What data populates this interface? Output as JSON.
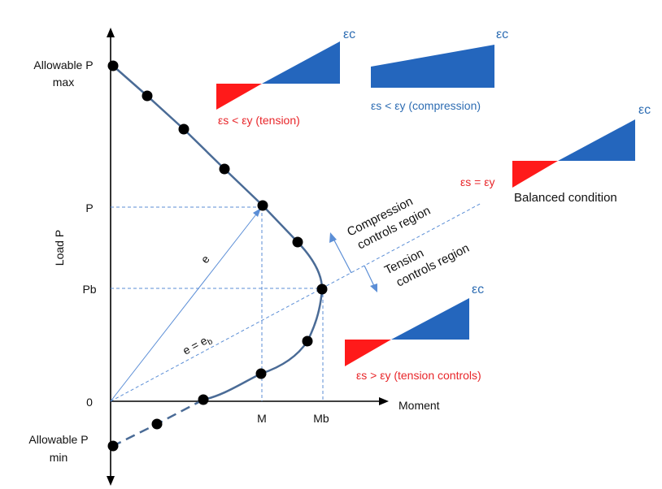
{
  "axes": {
    "y_title": "Load P",
    "x_title": "Moment",
    "origin": "0",
    "allow_max_1": "Allowable P",
    "allow_max_2": "max",
    "allow_min_1": "Allowable P",
    "allow_min_2": "min",
    "tick_p": "P",
    "tick_pb": "Pb",
    "tick_m": "M",
    "tick_mb": "Mb"
  },
  "lines": {
    "e": "e",
    "e_eq_eb": "e = e",
    "e_eq_eb_sub": "b"
  },
  "regions": {
    "compression_1": "Compression",
    "compression_2": "controls region",
    "tension_1": "Tension",
    "tension_2": "controls region"
  },
  "strain_diagrams": {
    "eps_c": "εc",
    "top_left_caption": "εs < εy (tension)",
    "top_right_caption": "εs < εy (compression)",
    "balanced_eq": "εs = εy",
    "balanced_caption": "Balanced condition",
    "bottom_caption": "εs > εy (tension controls)"
  },
  "colors": {
    "tension": "#ff1a1a",
    "compression": "#2466bd",
    "curve": "#4a6b96",
    "guide": "#5b8ed6"
  }
}
